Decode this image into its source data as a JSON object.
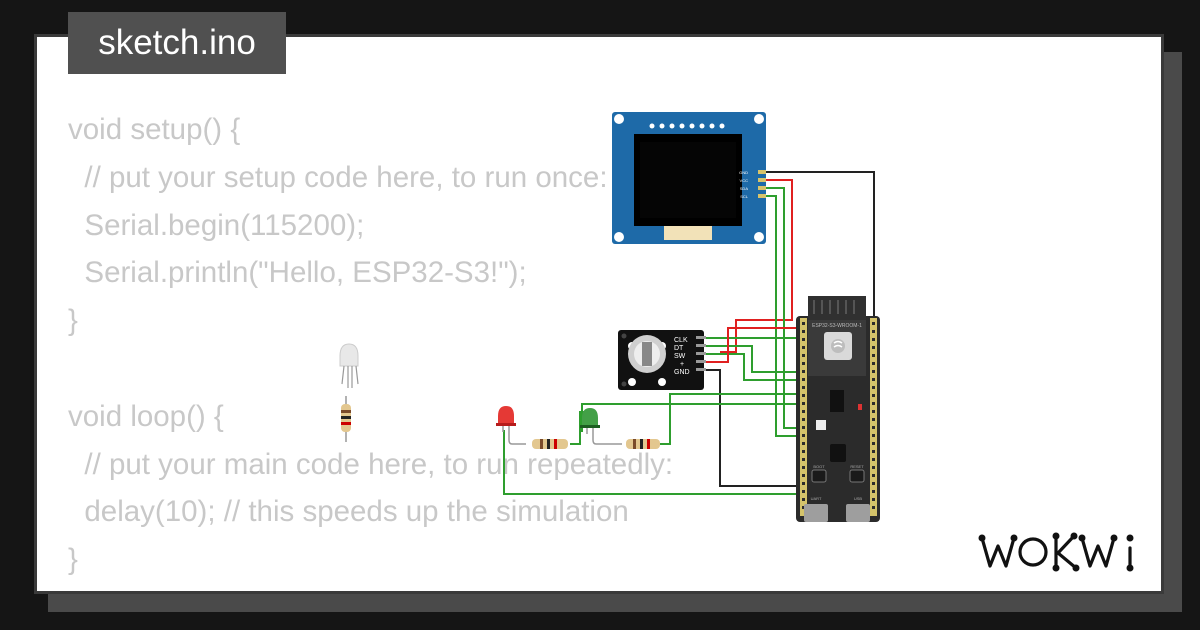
{
  "file_tab": {
    "label": "sketch.ino"
  },
  "code": {
    "lines": [
      "void setup() {",
      "  // put your setup code here, to run once:",
      "  Serial.begin(115200);",
      "  Serial.println(\"Hello, ESP32-S3!\");",
      "}",
      "",
      "void loop() {",
      "  // put your main code here, to run repeatedly:",
      "  delay(10); // this speeds up the simulation",
      "}"
    ]
  },
  "circuit": {
    "oled": {
      "pins": [
        "GND",
        "VCC",
        "SDA",
        "SCL"
      ]
    },
    "encoder": {
      "pins": [
        "CLK",
        "DT",
        "SW",
        "+",
        "GND"
      ]
    },
    "board": {
      "label": "ESP32-S3-WROOM-1",
      "buttons": [
        "BOOT",
        "RESET"
      ],
      "ports": [
        "UART",
        "USB"
      ]
    },
    "leds": [
      {
        "color": "#e53935"
      },
      {
        "color": "#43a047"
      }
    ],
    "wire_colors": {
      "red": "#e02020",
      "green": "#2e9e2e",
      "black": "#222222"
    }
  },
  "branding": {
    "logo": "WOKWi"
  }
}
